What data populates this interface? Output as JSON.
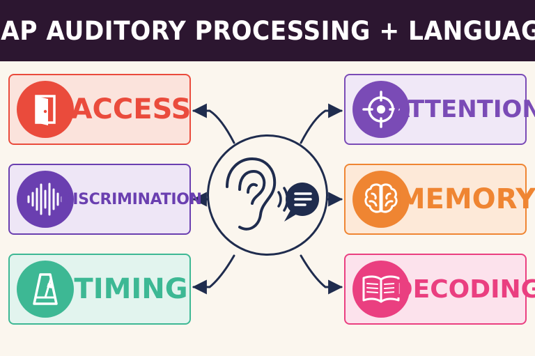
{
  "title": "MAP AUDITORY PROCESSING + LANGUAGE",
  "colors": {
    "title_bg": "#2c1630",
    "navy": "#1f2c4e",
    "access": "#ea4b3c",
    "access_bg": "#fbe3dc",
    "discrimination": "#6a3fb0",
    "discrimination_bg": "#eee6f6",
    "timing": "#3db894",
    "timing_bg": "#e2f4ee",
    "attention": "#7a4bb6",
    "attention_bg": "#f0e8f7",
    "memory": "#ef8532",
    "memory_bg": "#fde9d8",
    "decoding": "#ea3f80",
    "decoding_bg": "#fce2ec"
  },
  "cards": {
    "access": {
      "label": "ACCESS",
      "icon": "door-icon"
    },
    "discrimination": {
      "label": "DISCRIMINATION",
      "icon": "sound-wave-icon"
    },
    "timing": {
      "label": "TIMING",
      "icon": "metronome-icon"
    },
    "attention": {
      "label": "ATTENTION",
      "icon": "target-icon"
    },
    "memory": {
      "label": "MEMORY",
      "icon": "brain-icon"
    },
    "decoding": {
      "label": "DECODING",
      "icon": "open-book-icon"
    }
  },
  "center": {
    "icons": [
      "ear-icon",
      "sound-waves-icon",
      "speech-bubble-icon"
    ]
  }
}
